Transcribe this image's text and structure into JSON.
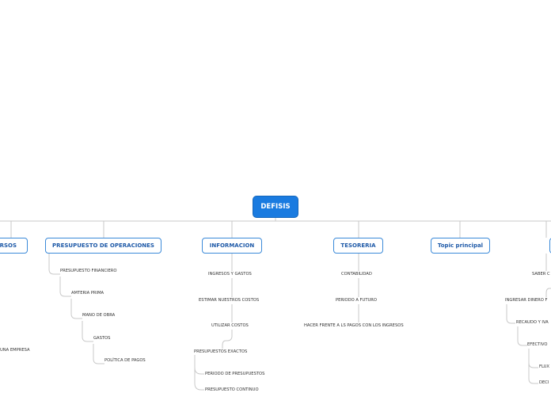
{
  "root": {
    "label": "DEFISIS"
  },
  "topics": [
    {
      "label": "URSOS"
    },
    {
      "label": "PRESUPUESTO DE OPERACIONES"
    },
    {
      "label": "INFORMACION"
    },
    {
      "label": "TESORERIA"
    },
    {
      "label": "Topic principal"
    },
    {
      "label": ""
    }
  ],
  "recursos_items": [
    "UNA EMPRESA"
  ],
  "presupuesto_items": [
    "PRESUPUESTO FINANCIERO",
    "AMTERIA PRIMA",
    "MANO DE OBRA",
    "GASTOS",
    "POLÍTICA DE PAGOS"
  ],
  "informacion_items": [
    "INGRESOS Y GASTOS",
    "ESTIMAR NUESTROS COSTOS",
    "UTILIZAR COSTOS",
    "PRESUPUESTOS EXACTOS",
    "PERIODO DE PRESUPUESTOS",
    "PRESUPUESTO CONTINUO"
  ],
  "tesoreria_items": [
    "CONTABILIDAD",
    "PERIODO A FUTURO",
    "HACER FRENTE A LS PAGOS CON LOS INGRESOS"
  ],
  "right_items": [
    "SABER C",
    "INGRESAR DINERO F",
    "RECAUDO Y IVA",
    "EFECTIVO",
    "FLUX",
    "DECI"
  ],
  "colors": {
    "root": "#1a7be0",
    "topic_border": "#3b8ad9",
    "topic_text": "#1f5aa8",
    "line": "#c9c9c9"
  }
}
